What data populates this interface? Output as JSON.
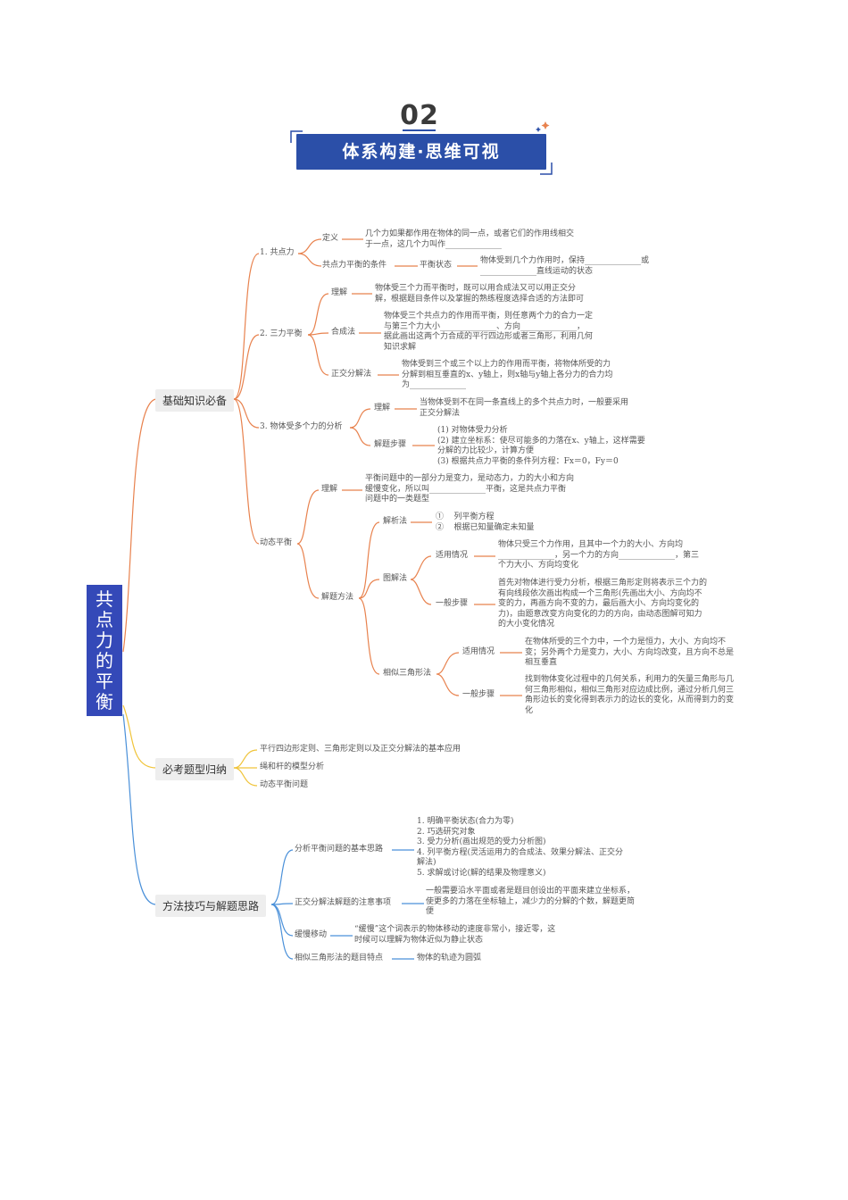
{
  "header": {
    "number": "02",
    "title": "体系构建·思维可视"
  },
  "root": {
    "chars": [
      "共",
      "点",
      "力",
      "的",
      "平",
      "衡"
    ]
  },
  "s1": {
    "label": "基础知识必备",
    "b1": {
      "label": "1. 共点力",
      "def_label": "定义",
      "def_text": "几个力如果都作用在物体的同一点，或者它们的作用线相交\n于一点，这几个力叫作______________",
      "cond_label": "共点力平衡的条件",
      "state_label": "平衡状态",
      "state_text": "物体受到几个力作用时，保持______________或\n______________直线运动的状态"
    },
    "b2": {
      "label": "2. 三力平衡",
      "u_label": "理解",
      "u_text": "物体受三个力而平衡时，既可以用合成法又可以用正交分\n解，根据题目条件以及掌握的熟练程度选择合适的方法即可",
      "h_label": "合成法",
      "h_text": "物体受三个共点力的作用而平衡，则任意两个力的合力一定\n与第三个力大小______________、方向______________，\n据此画出这两个力合成的平行四边形或者三角形，利用几何\n知识求解",
      "z_label": "正交分解法",
      "z_text": "物体受到三个或三个以上力的作用而平衡，将物体所受的力\n分解到相互垂直的x、y轴上，则x轴与y轴上各分力的合力均\n为______________"
    },
    "b3": {
      "label": "3. 物体受多个力的分析",
      "u_label": "理解",
      "u_text": "当物体受到不在同一条直线上的多个共点力时，一般要采用\n正交分解法",
      "s_label": "解题步骤",
      "s_text": "(1) 对物体受力分析\n(2) 建立坐标系：使尽可能多的力落在x、y轴上，这样需要\n分解的力比较少，计算方便\n(3) 根据共点力平衡的条件列方程：Fx＝0，Fy＝0"
    },
    "b4": {
      "label": "动态平衡",
      "u_label": "理解",
      "u_text": "平衡问题中的一部分力是变力，是动态力，力的大小和方向\n缓慢变化，所以叫______________平衡，这是共点力平衡\n问题中的一类题型",
      "m_label": "解题方法",
      "a_label": "解析法",
      "a_text": "①    列平衡方程\n②    根据已知量确定未知量",
      "g_label": "图解法",
      "g_case_label": "适用情况",
      "g_case_text": "物体只受三个力作用，且其中一个力的大小、方向均\n______________，另一个力的方向______________，第三\n个力大小、方向均变化",
      "g_step_label": "一般步骤",
      "g_step_text": "首先对物体进行受力分析，根据三角形定则将表示三个力的\n有向线段依次画出构成一个三角形(先画出大小、方向均不\n变的力，再画方向不变的力，最后画大小、方向均变化的\n力)，由题意改变方向变化的力的方向，由动态图解可知力\n的大小变化情况",
      "s_label": "相似三角形法",
      "s_case_label": "适用情况",
      "s_case_text": "在物体所受的三个力中，一个力是恒力，大小、方向均不\n变；另外两个力是变力，大小、方向均改变，且方向不总是\n相互垂直",
      "s_step_label": "一般步骤",
      "s_step_text": "找到物体变化过程中的几何关系，利用力的矢量三角形与几\n何三角形相似，相似三角形对应边成比例，通过分析几何三\n角形边长的变化得到表示力的边长的变化，从而得到力的变\n化"
    }
  },
  "s2": {
    "label": "必考题型归纳",
    "items": [
      "平行四边形定则、三角形定则以及正交分解法的基本应用",
      "绳和杆的模型分析",
      "动态平衡问题"
    ]
  },
  "s3": {
    "label": "方法技巧与解题思路",
    "c1_label": "分析平衡问题的基本思路",
    "c1_text": "1. 明确平衡状态(合力为零)\n2. 巧选研究对象\n3. 受力分析(画出规范的受力分析图)\n4. 列平衡方程(灵活运用力的合成法、效果分解法、正交分\n解法)\n5. 求解或讨论(解的结果及物理意义)",
    "c2_label": "正交分解法解题的注意事项",
    "c2_text": "一般需要沿水平面或者是题目创设出的平面来建立坐标系，\n使更多的力落在坐标轴上，减少力的分解的个数，解题更简\n便",
    "c3_label": "缓慢移动",
    "c3_text": "“缓慢”这个词表示的物体移动的速度非常小，接近零，这\n时候可以理解为物体近似为静止状态",
    "c4_label": "相似三角形法的题目特点",
    "c4_text": "物体的轨迹为圆弧"
  },
  "colors": {
    "orange": "#e8824e",
    "yellow": "#f0c43a",
    "blue": "#4a90d9",
    "banner": "#2b4fa8",
    "root": "#3449b8"
  }
}
